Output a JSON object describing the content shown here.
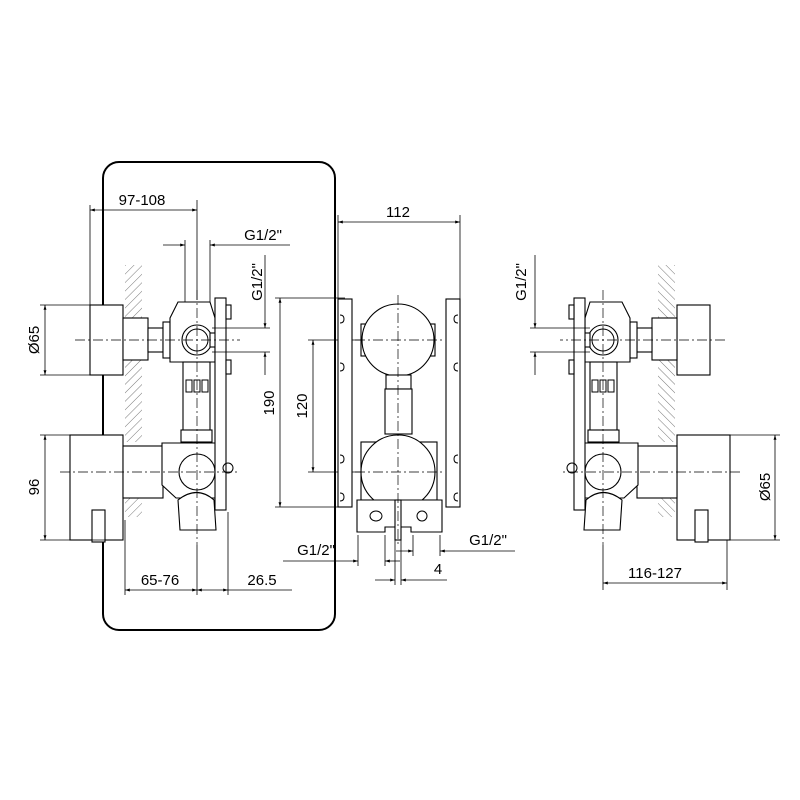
{
  "dimensions": {
    "left_view": {
      "spout_reach": "97-108",
      "top_connection": "G1/2\"",
      "side_connection": "G1/2\"",
      "knob_diameter": "Ø65",
      "handle_height": "96",
      "plate_height": "190",
      "valve_spacing": "120",
      "wall_depth": "65-76",
      "plate_offset": "26.5"
    },
    "center_view": {
      "plate_width": "112",
      "bottom_left_connection": "G1/2\"",
      "bottom_right_connection": "G1/2\"",
      "lever_offset": "4"
    },
    "right_view": {
      "side_connection": "G1/2\"",
      "knob_diameter": "Ø65",
      "projection": "116-127"
    }
  }
}
